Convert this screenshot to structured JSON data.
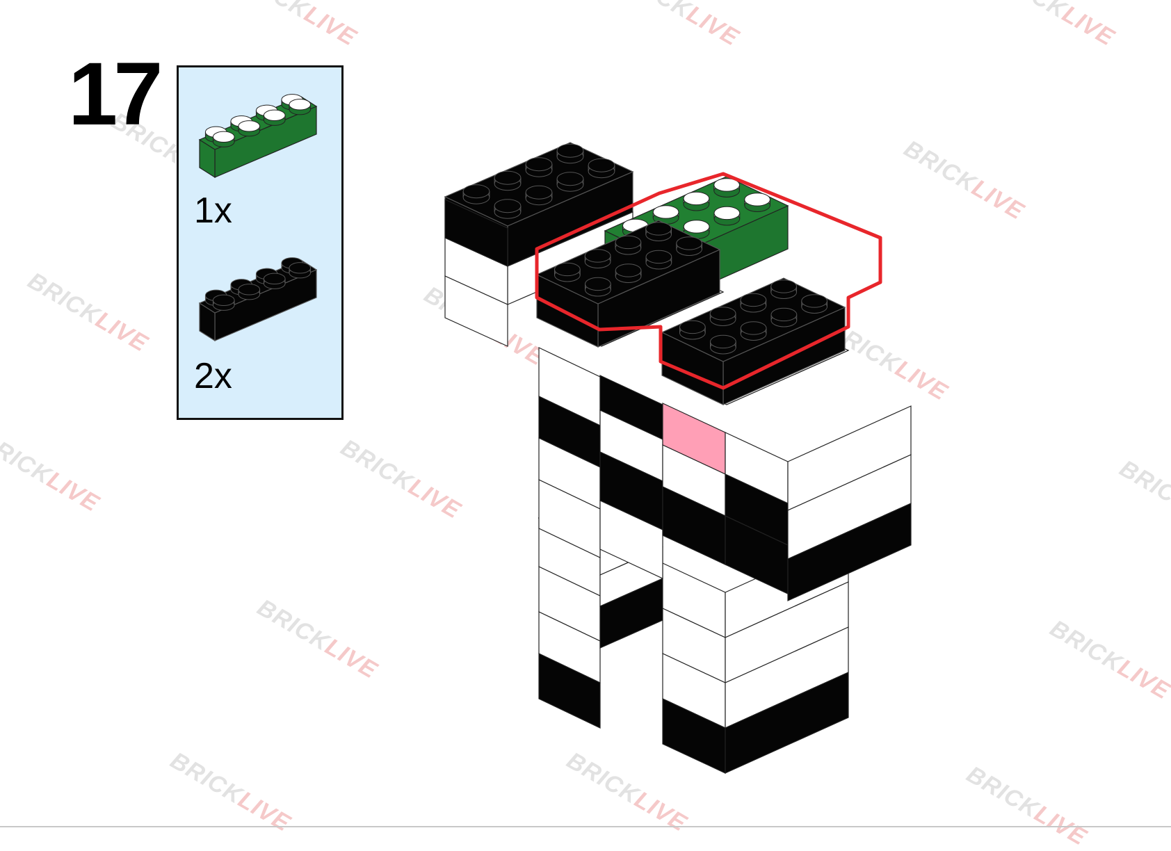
{
  "step": {
    "number": "17"
  },
  "parts": [
    {
      "color_name": "green",
      "color": "#1f7a30",
      "count_label": "1x",
      "brick": "2x4"
    },
    {
      "color_name": "black",
      "color": "#050505",
      "count_label": "2x",
      "brick": "2x4"
    }
  ],
  "highlight_color": "#e8262b",
  "watermark": {
    "brand": "BRICK",
    "accent": "LIVE"
  },
  "model_colors": {
    "black": "#050505",
    "white": "#ffffff",
    "green": "#1f7a30",
    "pink": "#ff9fb6"
  }
}
